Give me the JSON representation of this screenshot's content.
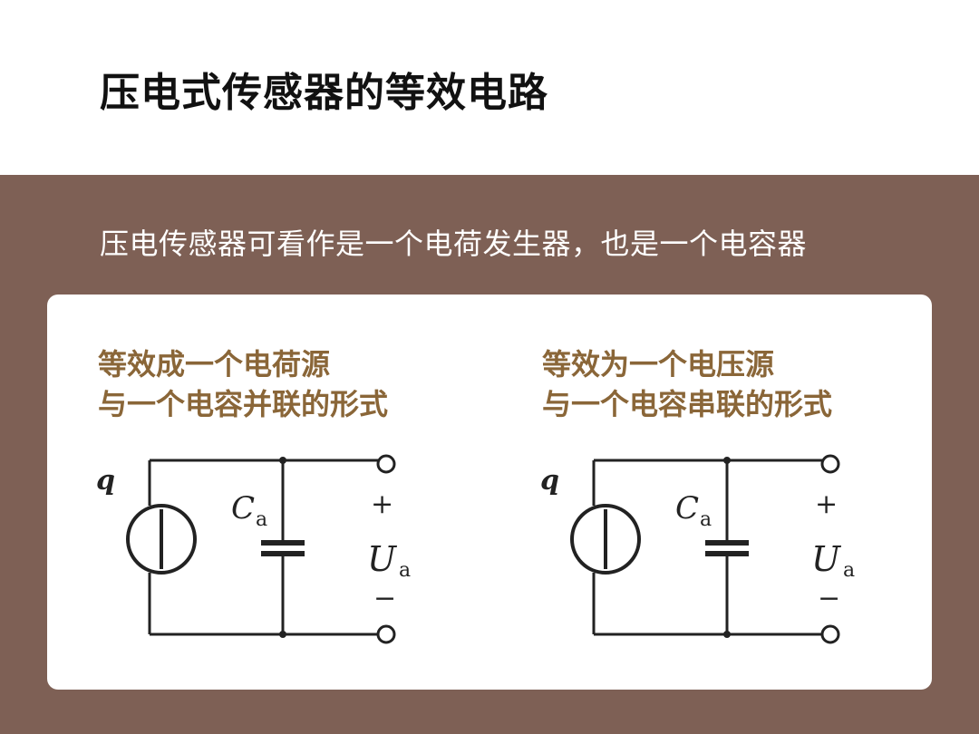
{
  "title": "压电式传感器的等效电路",
  "subtitle": "压电传感器可看作是一个电荷发生器，也是一个电容器",
  "left": {
    "heading_line1": "等效成一个电荷源",
    "heading_line2": "与一个电容并联的形式",
    "labels": {
      "source": "q",
      "cap": "C",
      "cap_sub": "a",
      "plus": "+",
      "voltage": "U",
      "voltage_sub": "a",
      "minus": "−"
    }
  },
  "right": {
    "heading_line1": "等效为一个电压源",
    "heading_line2": "与一个电容串联的形式",
    "labels": {
      "source": "q",
      "cap": "C",
      "cap_sub": "a",
      "plus": "+",
      "voltage": "U",
      "voltage_sub": "a",
      "minus": "−"
    }
  },
  "colors": {
    "panel_bg": "#7e6055",
    "heading": "#8a6638",
    "title": "#111111"
  }
}
